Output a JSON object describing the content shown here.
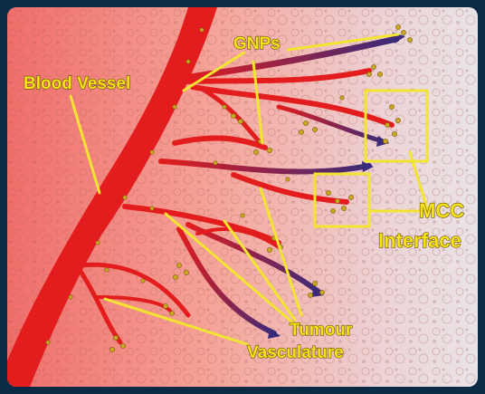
{
  "labels": {
    "blood_vessel": "Blood Vessel",
    "gnps": "GNPs",
    "mcc_line1": "MCC",
    "mcc_line2": "Interface",
    "tumour_line1": "Tumour",
    "tumour_line2": "Vasculature"
  },
  "colors": {
    "vessel": "#e31d1d",
    "label": "#f6e21a",
    "arrow": "#3a2b7a",
    "callout": "#f2e431",
    "particle": "#c9a722",
    "background_warm": "#f5a59a",
    "background_pale": "#e9e4e7"
  }
}
